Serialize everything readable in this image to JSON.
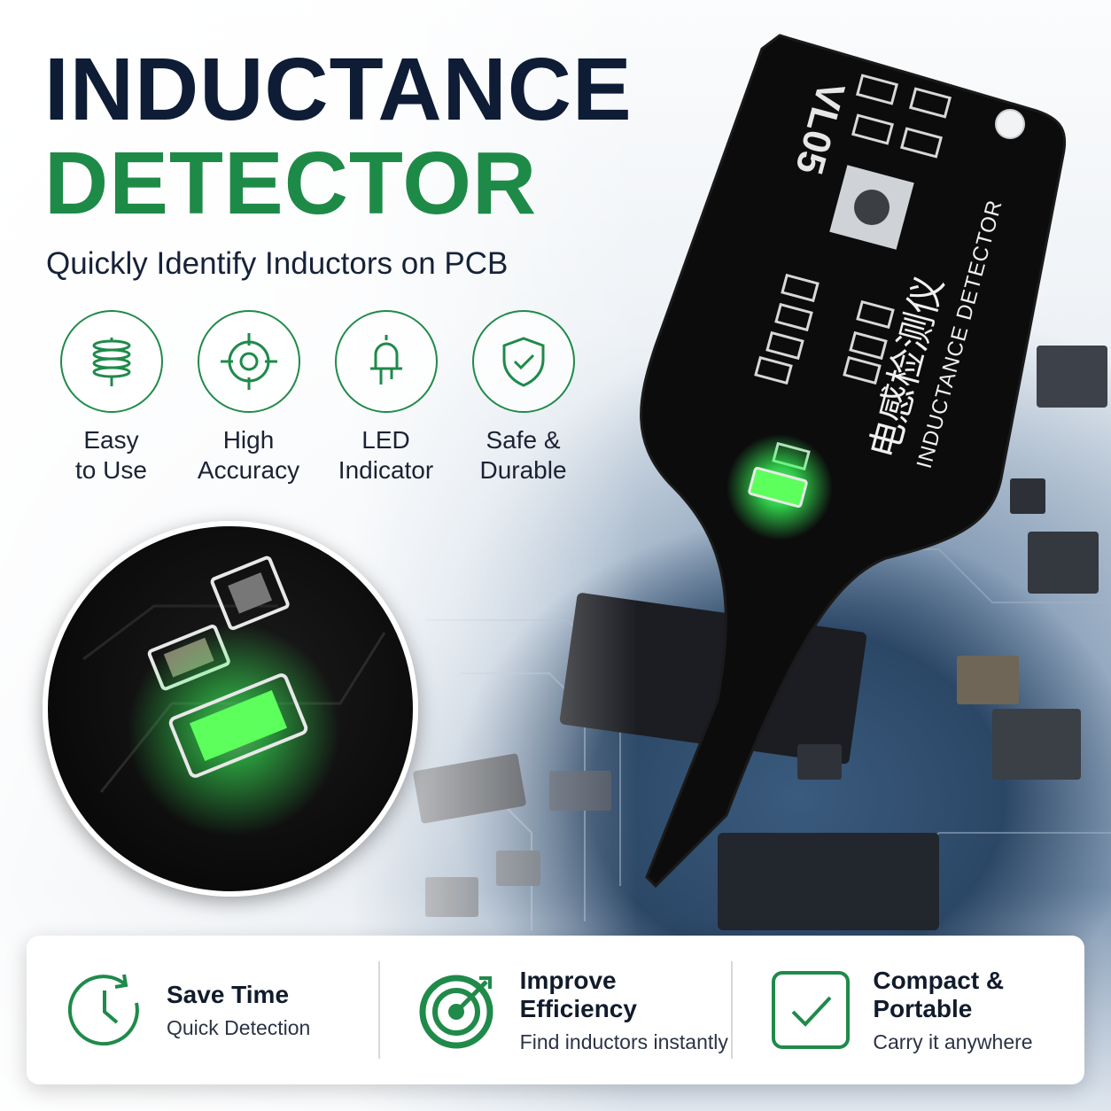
{
  "headline": {
    "line1": "INDUCTANCE",
    "line2": "DETECTOR"
  },
  "subtitle": "Quickly Identify Inductors on PCB",
  "features": [
    {
      "icon": "coil-icon",
      "label_line1": "Easy",
      "label_line2": "to Use"
    },
    {
      "icon": "crosshair-icon",
      "label_line1": "High",
      "label_line2": "Accuracy"
    },
    {
      "icon": "led-icon",
      "label_line1": "LED",
      "label_line2": "Indicator"
    },
    {
      "icon": "shield-check-icon",
      "label_line1": "Safe &",
      "label_line2": "Durable"
    }
  ],
  "device": {
    "model": "VL05",
    "label_cn": "电感检测仪",
    "label_en": "INDUCTANCE DETECTOR"
  },
  "banner": [
    {
      "icon": "clock-icon",
      "title": "Save Time",
      "subtitle": "Quick Detection"
    },
    {
      "icon": "target-icon",
      "title": "Improve Efficiency",
      "subtitle": "Find inductors instantly"
    },
    {
      "icon": "checkbox-icon",
      "title": "Compact & Portable",
      "subtitle": "Carry it anywhere"
    }
  ],
  "colors": {
    "brand_green": "#1e8a47",
    "navy": "#0e1c36",
    "led_green": "#39ff5a"
  }
}
